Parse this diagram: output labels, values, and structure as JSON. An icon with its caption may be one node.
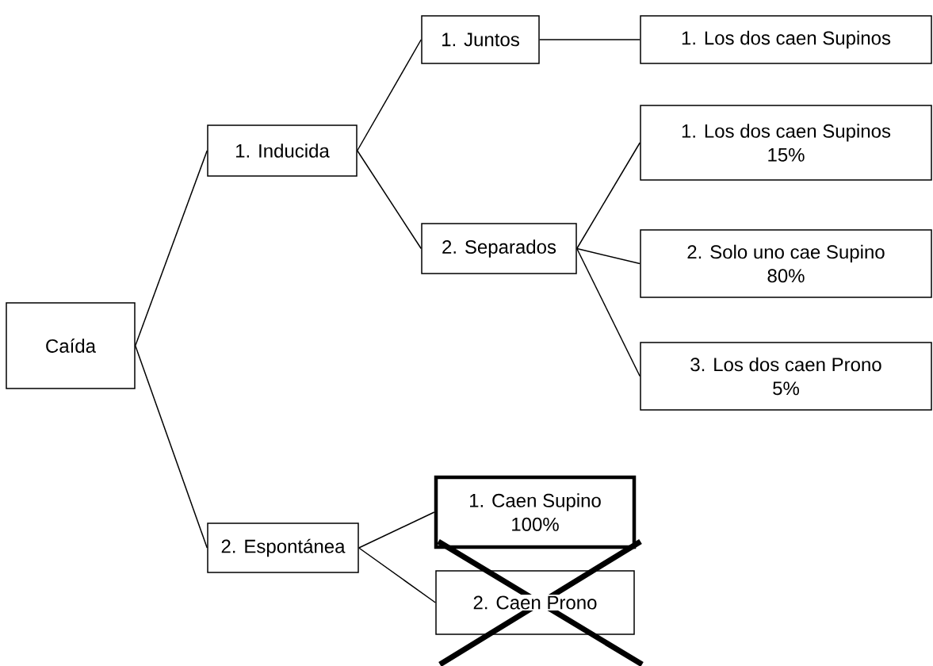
{
  "diagram": {
    "nodes": [
      {
        "text": [
          "Caída"
        ]
      },
      {
        "text": [
          "1. Inducida"
        ]
      },
      {
        "text": [
          "2. Espontánea"
        ]
      },
      {
        "text": [
          "1. Juntos"
        ]
      },
      {
        "text": [
          "1. Los dos caen Supinos"
        ]
      },
      {
        "text": [
          "2. Separados"
        ]
      },
      {
        "text": [
          "1. Los dos caen Supinos",
          "15%"
        ]
      },
      {
        "text": [
          "2. Solo uno cae Supino",
          "80%"
        ]
      },
      {
        "text": [
          "3. Los dos caen Prono",
          "5%"
        ]
      },
      {
        "text": [
          "1. Caen Supino",
          "100%"
        ]
      },
      {
        "text": [
          "2. Caen Prono"
        ]
      }
    ],
    "edges": [
      {
        "from": 0,
        "to": 1,
        "arrow": "none"
      },
      {
        "from": 0,
        "to": 2,
        "arrow": "none"
      },
      {
        "from": 1,
        "to": 3,
        "arrow": "none"
      },
      {
        "from": 1,
        "to": 5,
        "arrow": "none"
      },
      {
        "from": 3,
        "to": 4,
        "arrow": "none"
      },
      {
        "from": 5,
        "to": 6,
        "arrow": "none"
      },
      {
        "from": 5,
        "to": 7,
        "arrow": "none"
      },
      {
        "from": 5,
        "to": 8,
        "arrow": "none"
      },
      {
        "from": 2,
        "to": 9,
        "arrow": "none"
      },
      {
        "from": 2,
        "to": 10,
        "arrow": "none"
      }
    ]
  }
}
